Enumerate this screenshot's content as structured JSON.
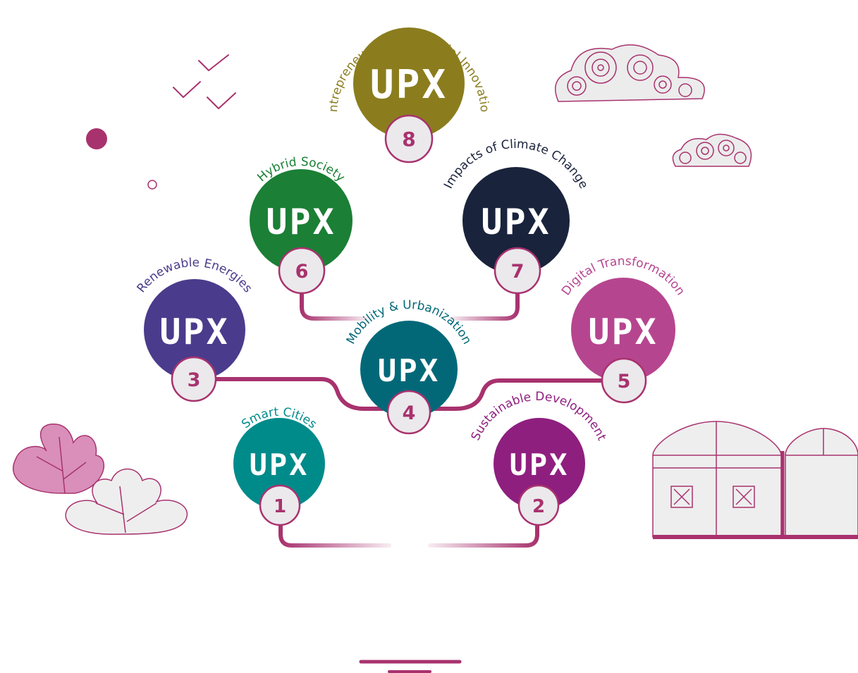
{
  "logo_text": "UPX",
  "colors": {
    "stem": "#a8326e",
    "badge_fill": "#ebe9ec",
    "decor_fill": "#d98fb9",
    "decor_light": "#eeeeee"
  },
  "nodes": [
    {
      "number": "1",
      "label": "Smart Cities",
      "color": "#008b8b"
    },
    {
      "number": "2",
      "label": "Sustainable Development",
      "color": "#8e1f7f"
    },
    {
      "number": "3",
      "label": "Renewable Energies",
      "color": "#4b3b8c"
    },
    {
      "number": "4",
      "label": "Mobility & Urbanization",
      "color": "#026878"
    },
    {
      "number": "5",
      "label": "Digital Transformation",
      "color": "#b6458f"
    },
    {
      "number": "6",
      "label": "Hybrid Society",
      "color": "#1b7f35"
    },
    {
      "number": "7",
      "label": "Impacts of Climate Change",
      "color": "#19233c"
    },
    {
      "number": "8",
      "label": "Entrepreneurship and Social Innovation",
      "color": "#8b7d1e"
    }
  ]
}
